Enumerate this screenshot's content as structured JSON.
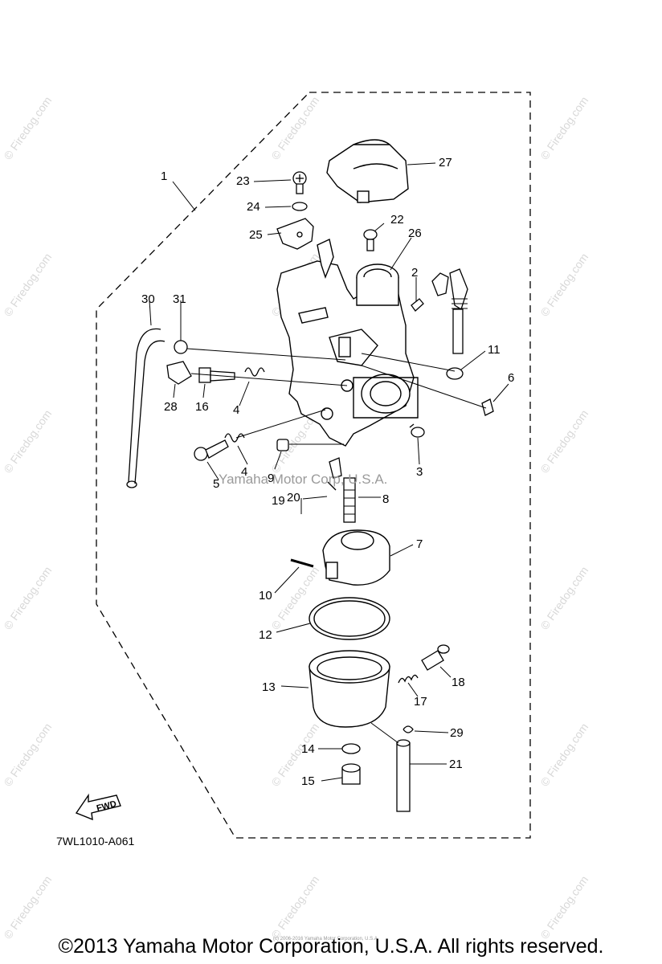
{
  "diagram": {
    "part_numbers": [
      "1",
      "2",
      "3",
      "4",
      "4",
      "5",
      "6",
      "7",
      "8",
      "9",
      "10",
      "11",
      "12",
      "13",
      "14",
      "15",
      "16",
      "17",
      "18",
      "19",
      "20",
      "21",
      "22",
      "23",
      "24",
      "25",
      "26",
      "27",
      "28",
      "29",
      "30",
      "31"
    ],
    "code": "7WL1010-A061",
    "fwd_label": "FWD",
    "center_watermark": "Yamaha Motor Corp, U.S.A.",
    "watermark": "© Firedog.com",
    "tiny_credit": "(c) 2006-2016 Yamaha Motor Corporation, U.S.A."
  },
  "copyright": "©2013 Yamaha Motor Corporation, U.S.A. All rights reserved."
}
